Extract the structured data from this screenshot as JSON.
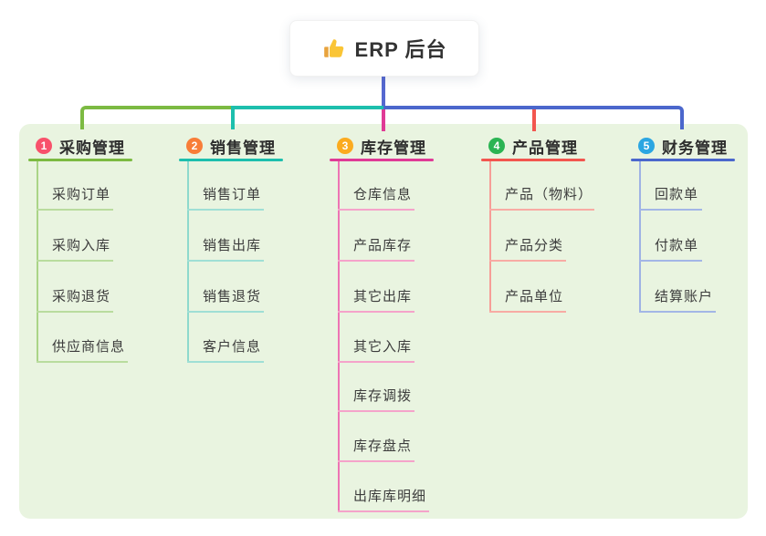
{
  "root": {
    "label": "ERP 后台",
    "icon": "thumbs-up-icon",
    "icon_colors": {
      "hand": "#fac536",
      "cuff": "#e8a33d"
    }
  },
  "canvas": {
    "background": "#ffffff",
    "panel_bg": "#e9f4e0",
    "root_line_color": "#5568d0",
    "root_text_color": "#333333",
    "branch_text_color": "#2d2d2d",
    "item_text_color": "#3c3c3c"
  },
  "branches": [
    {
      "badge": "1",
      "label": "采购管理",
      "badge_color": "#f8516b",
      "line_color": "#7cba42",
      "vline_color": "#aad487",
      "item_line_color": "#b9dc9e",
      "items": [
        "采购订单",
        "采购入库",
        "采购退货",
        "供应商信息"
      ]
    },
    {
      "badge": "2",
      "label": "销售管理",
      "badge_color": "#f87d38",
      "line_color": "#1dbfad",
      "vline_color": "#8ed9cd",
      "item_line_color": "#9fdfd5",
      "items": [
        "销售订单",
        "销售出库",
        "销售退货",
        "客户信息"
      ]
    },
    {
      "badge": "3",
      "label": "库存管理",
      "badge_color": "#fbab1f",
      "line_color": "#e03a96",
      "vline_color": "#ee74b4",
      "item_line_color": "#f5a3ca",
      "items": [
        "仓库信息",
        "产品库存",
        "其它出库",
        "其它入库",
        "库存调拨",
        "库存盘点",
        "出库库明细"
      ]
    },
    {
      "badge": "4",
      "label": "产品管理",
      "badge_color": "#2bb453",
      "line_color": "#f2564f",
      "vline_color": "#f79d97",
      "item_line_color": "#f8aba4",
      "items": [
        "产品（物料）",
        "产品分类",
        "产品单位"
      ]
    },
    {
      "badge": "5",
      "label": "财务管理",
      "badge_color": "#2ba6e2",
      "line_color": "#4b67cc",
      "vline_color": "#9fb2e4",
      "item_line_color": "#a3b6e6",
      "items": [
        "回款单",
        "付款单",
        "结算账户"
      ]
    }
  ]
}
